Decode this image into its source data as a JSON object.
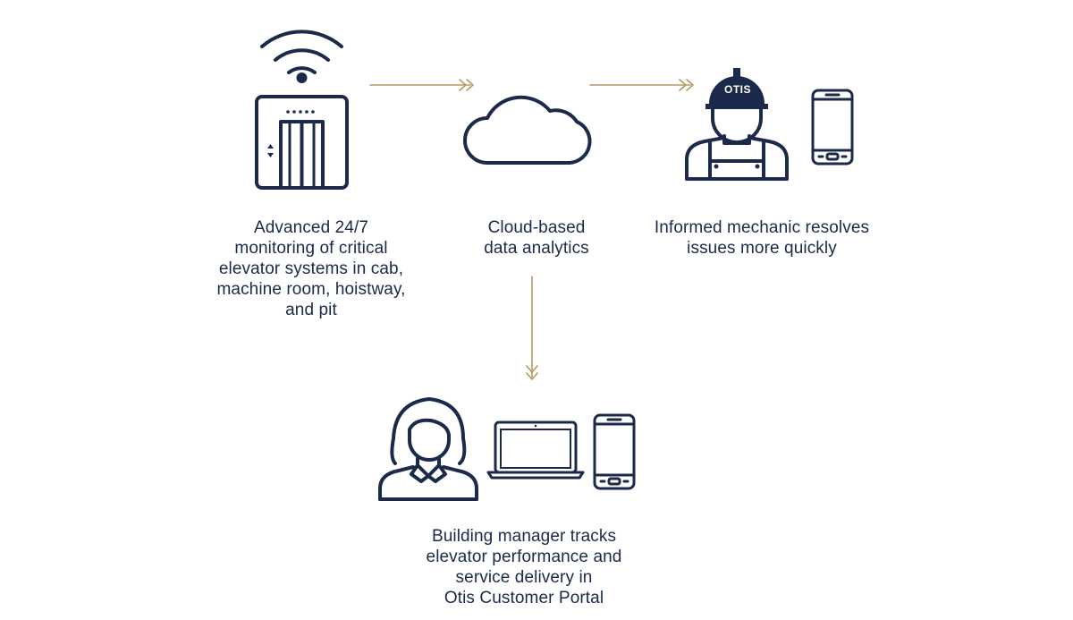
{
  "nodes": {
    "monitoring": {
      "lines": [
        "Advanced 24/7",
        "monitoring of critical",
        "elevator systems in cab,",
        "machine room, hoistway,",
        "and pit"
      ]
    },
    "cloud": {
      "lines": [
        "Cloud-based",
        "data analytics"
      ]
    },
    "mechanic": {
      "lines": [
        "Informed mechanic resolves",
        "issues more quickly"
      ],
      "helmet_text": "OTIS"
    },
    "manager": {
      "lines": [
        "Building manager tracks",
        "elevator performance and",
        "service delivery in",
        "Otis Customer Portal"
      ]
    }
  },
  "colors": {
    "ink": "#1b2a4a",
    "arrow": "#b59a63",
    "background": "#ffffff"
  },
  "icons": [
    "wifi-icon",
    "elevator-icon",
    "cloud-icon",
    "mechanic-icon",
    "smartphone-icon",
    "building-manager-icon",
    "laptop-icon"
  ]
}
